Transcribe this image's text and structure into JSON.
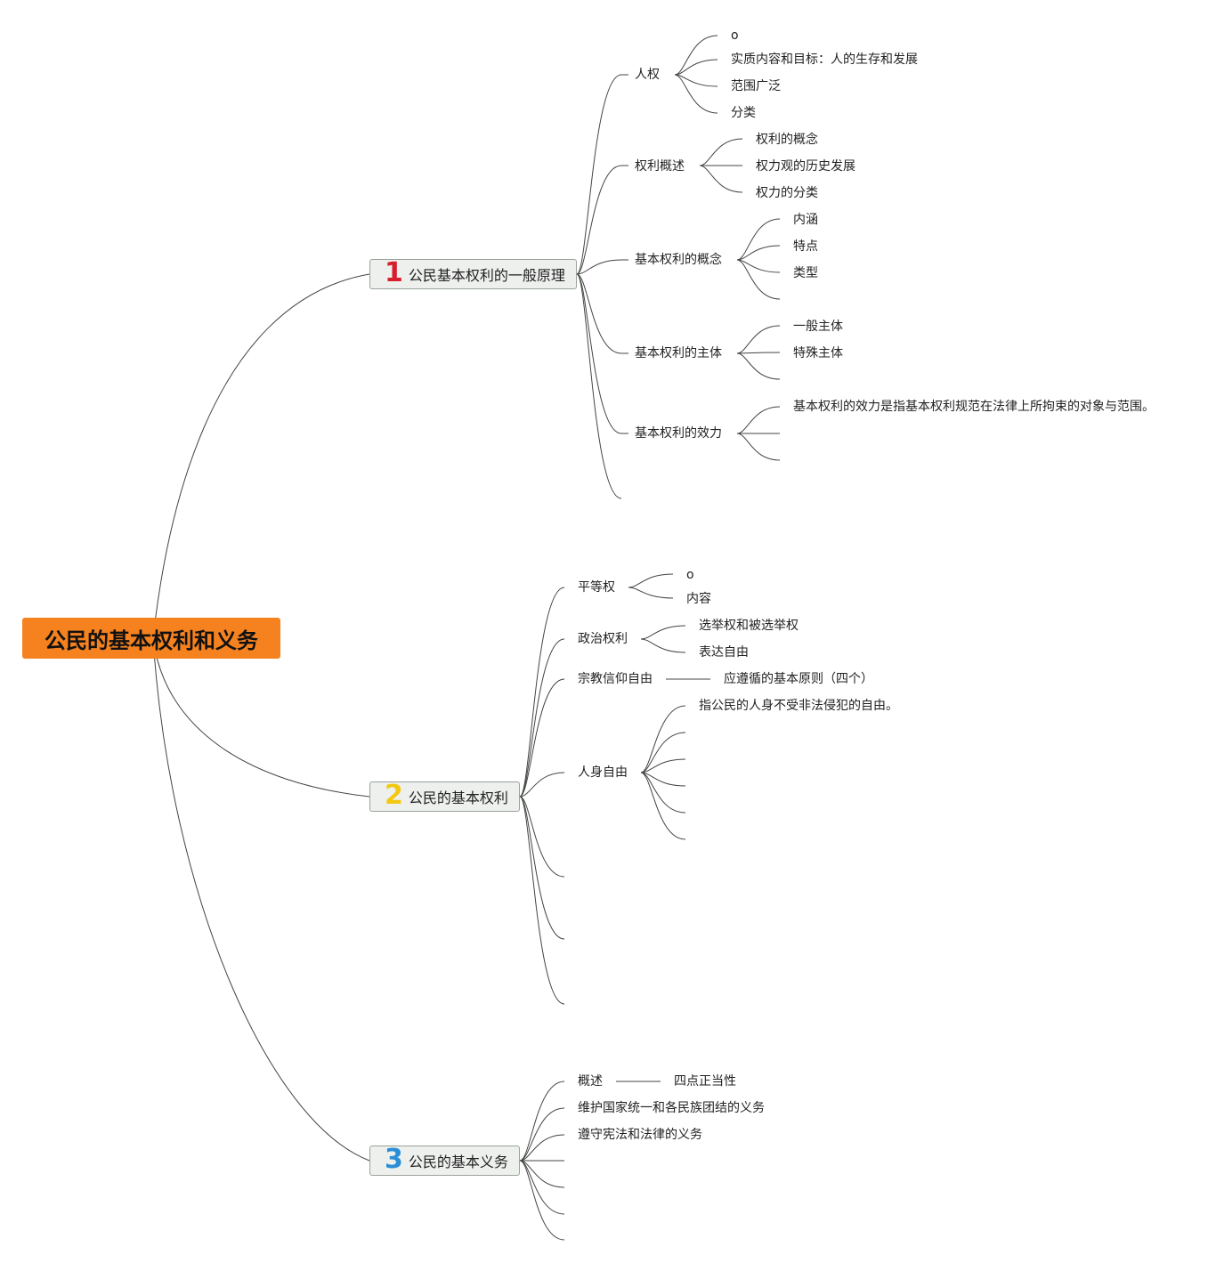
{
  "root": {
    "label": "公民的基本权利和义务",
    "color": "#f5821f"
  },
  "branches": [
    {
      "number": "1",
      "number_color": "#d81e2c",
      "label": "公民基本权利的一般原理",
      "children": [
        {
          "label": "人权",
          "children": [
            "o",
            "实质内容和目标：人的生存和发展",
            "范围广泛",
            "分类"
          ]
        },
        {
          "label": "权利概述",
          "children": [
            "权利的概念",
            "权力观的历史发展",
            "权力的分类"
          ]
        },
        {
          "label": "基本权利的概念",
          "children": [
            "内涵",
            "特点",
            "类型"
          ]
        },
        {
          "label": "基本权利的主体",
          "children": [
            "一般主体",
            "特殊主体"
          ]
        },
        {
          "label": "基本权利的效力",
          "children": [
            "基本权利的效力是指基本权利规范在法律上所拘束的对象与范围。"
          ]
        }
      ]
    },
    {
      "number": "2",
      "number_color": "#f2c811",
      "label": "公民的基本权利",
      "children": [
        {
          "label": "平等权",
          "children": [
            "o",
            "内容"
          ]
        },
        {
          "label": "政治权利",
          "children": [
            "选举权和被选举权",
            "表达自由"
          ]
        },
        {
          "label": "宗教信仰自由",
          "children": [
            "应遵循的基本原则（四个）"
          ]
        },
        {
          "label": "人身自由",
          "children": [
            "指公民的人身不受非法侵犯的自由。"
          ]
        }
      ]
    },
    {
      "number": "3",
      "number_color": "#2b8fd6",
      "label": "公民的基本义务",
      "children": [
        {
          "label": "概述",
          "children": [
            "四点正当性"
          ]
        },
        {
          "label": "维护国家统一和各民族团结的义务",
          "children": []
        },
        {
          "label": "遵守宪法和法律的义务",
          "children": []
        }
      ]
    }
  ]
}
